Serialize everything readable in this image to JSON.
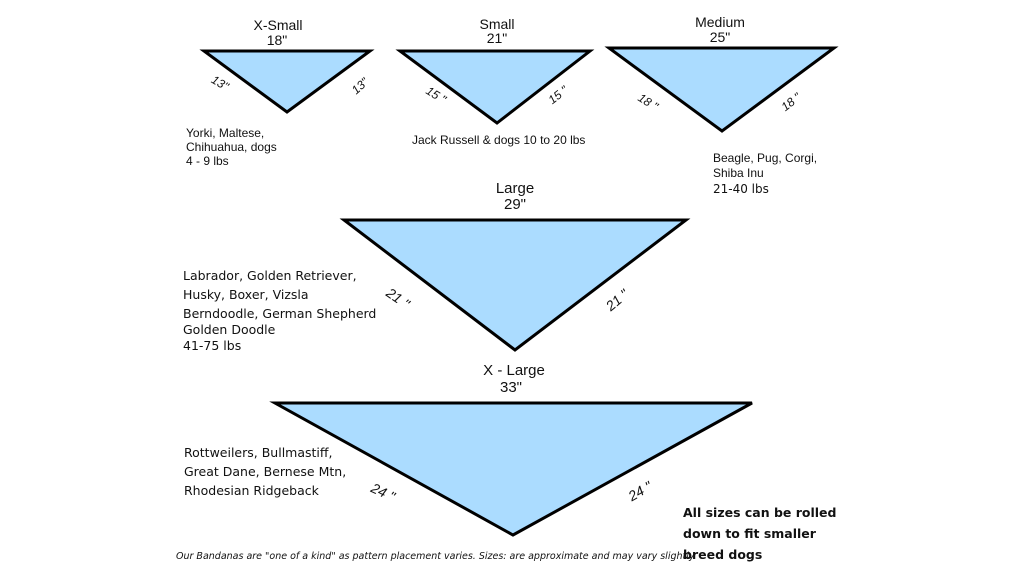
{
  "sizes": {
    "xsmall": {
      "name": "X-Small",
      "length": "18\"",
      "side_left": "13\"",
      "side_right": "13\"",
      "breeds": [
        "Yorki, Maltese,",
        "Chihuahua, dogs",
        "4 - 9 lbs"
      ]
    },
    "small": {
      "name": "Small",
      "length": "21\"",
      "side_left": "15 \"",
      "side_right": "15 \"",
      "breeds": [
        "Jack Russell & dogs 10 to 20 lbs"
      ]
    },
    "medium": {
      "name": "Medium",
      "length": "25\"",
      "side_left": "18 \"",
      "side_right": "18 \"",
      "breeds": [
        "Beagle, Pug, Corgi,",
        "Shiba Inu",
        "21-40 lbs"
      ]
    },
    "large": {
      "name": "Large",
      "length": "29\"",
      "side_left": "21 \"",
      "side_right": "21 \"",
      "breeds": [
        "Labrador, Golden Retriever,",
        "Husky, Boxer, Vizsla",
        "Berndoodle, German Shepherd",
        "Golden Doodle",
        "41-75 lbs"
      ]
    },
    "xlarge": {
      "name": "X - Large",
      "length": "33\"",
      "side_left": "24 \"",
      "side_right": "24 \"",
      "breeds": [
        "Rottweilers, Bullmastiff,",
        "Great Dane, Bernese Mtn,",
        "Rhodesian Ridgeback"
      ]
    }
  },
  "note": [
    "All sizes can be rolled",
    "down to fit smaller",
    "breed dogs"
  ],
  "footer": "Our Bandanas are \"one of a kind\" as pattern placement varies. Sizes: are approximate and may vary slightly",
  "colors": {
    "bandana_fill": "#abdcff",
    "outline": "#000000"
  }
}
